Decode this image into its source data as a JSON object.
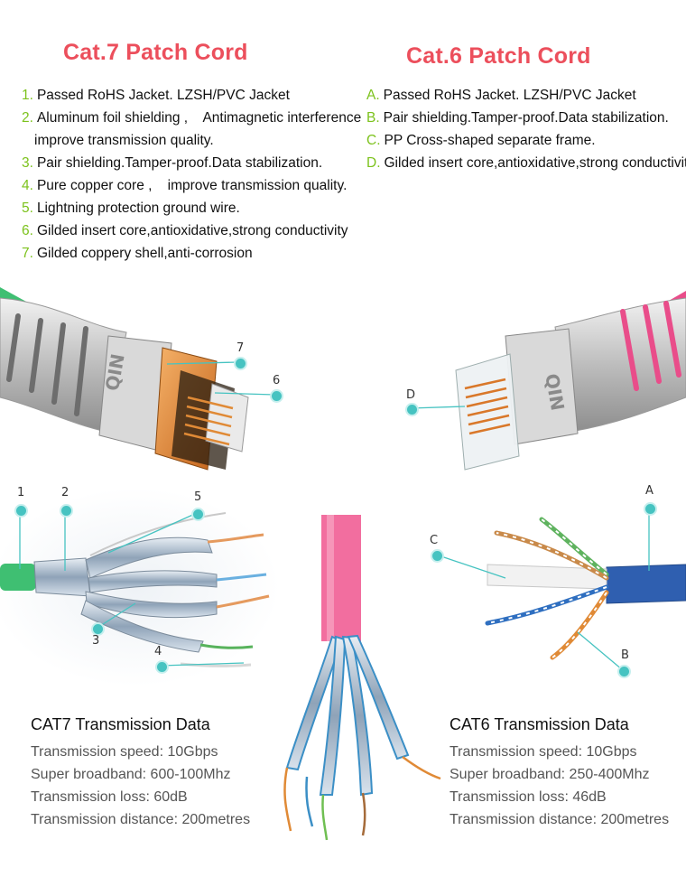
{
  "cat7": {
    "title": "Cat.7 Patch Cord",
    "features": [
      {
        "marker": "1.",
        "text": "Passed RoHS Jacket. LZSH/PVC Jacket"
      },
      {
        "marker": "2.",
        "text": "Aluminum foil shielding ,    Antimagnetic interference",
        "cont": "improve transmission quality."
      },
      {
        "marker": "3.",
        "text": "Pair shielding.Tamper-proof.Data stabilization."
      },
      {
        "marker": "4.",
        "text": "Pure copper core ,    improve transmission quality."
      },
      {
        "marker": "5.",
        "text": "Lightning protection ground wire."
      },
      {
        "marker": "6.",
        "text": "Gilded insert core,antioxidative,strong conductivity"
      },
      {
        "marker": "7.",
        "text": "Gilded coppery shell,anti-corrosion"
      }
    ],
    "callouts": [
      "7",
      "6",
      "1",
      "2",
      "5",
      "3",
      "4"
    ],
    "plug_logo": "QIN",
    "data_title": "CAT7 Transmission Data",
    "data": [
      "Transmission speed: 10Gbps",
      "Super broadband: 600-100Mhz",
      "Transmission loss: 60dB",
      "Transmission distance: 200metres"
    ]
  },
  "cat6": {
    "title": "Cat.6 Patch Cord",
    "features": [
      {
        "marker": "A.",
        "text": "Passed RoHS Jacket. LZSH/PVC Jacket"
      },
      {
        "marker": "B.",
        "text": "Pair shielding.Tamper-proof.Data stabilization."
      },
      {
        "marker": "C.",
        "text": "PP Cross-shaped separate frame."
      },
      {
        "marker": "D.",
        "text": "Gilded insert core,antioxidative,strong conductivity."
      }
    ],
    "callouts": [
      "D",
      "A",
      "C",
      "B"
    ],
    "plug_logo": "QIN",
    "data_title": "CAT6 Transmission Data",
    "data": [
      "Transmission speed: 10Gbps",
      "Super broadband: 250-400Mhz",
      "Transmission loss: 46dB",
      "Transmission distance: 200metres"
    ]
  },
  "colors": {
    "title_red": "#ec4f5c",
    "marker_green": "#7cc21c",
    "callout_teal": "#46c3c1",
    "cat7_cable": "#3fbf72",
    "cat6_cable": "#e94d8a",
    "cat6_blue_jacket": "#2f5fb0",
    "center_pink_cable": "#f26e9f"
  }
}
